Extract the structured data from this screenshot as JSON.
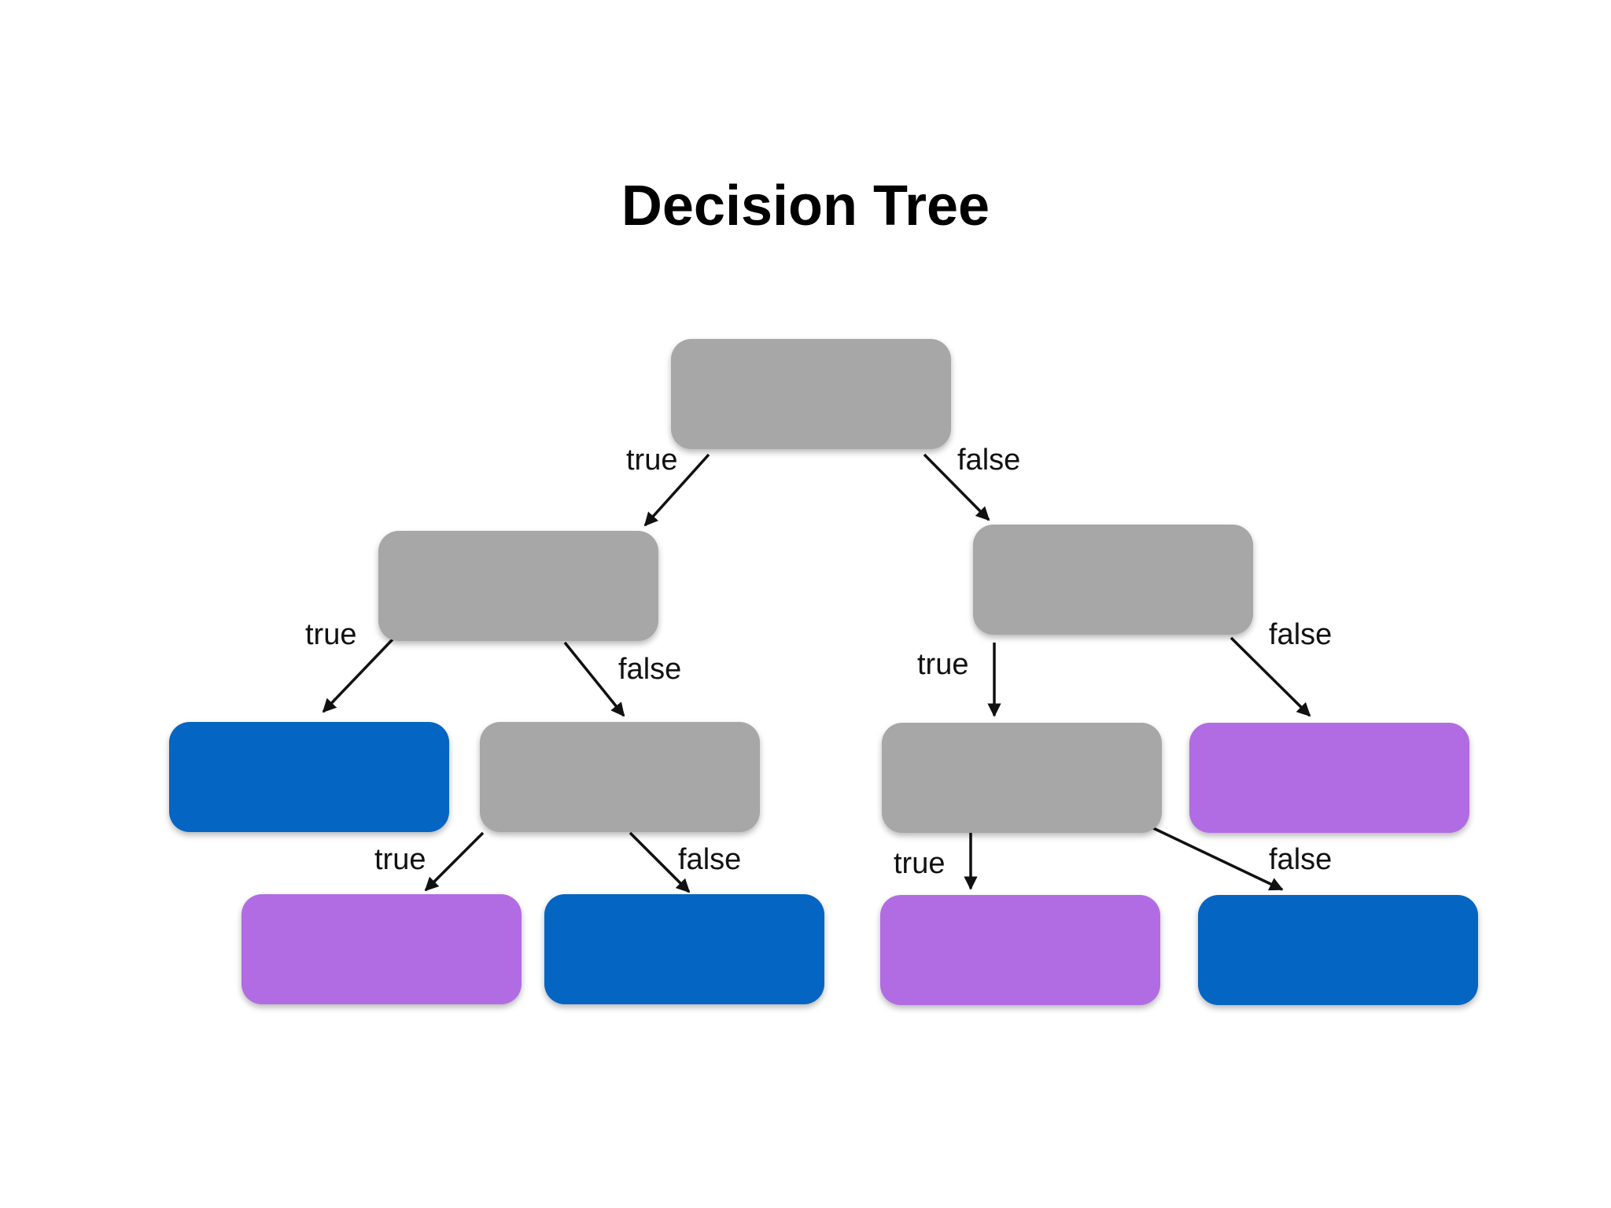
{
  "title": "Decision Tree",
  "colors": {
    "decision_node": "#a6a7a6",
    "leaf_blue": "#0565c2",
    "leaf_purple": "#b16ce3",
    "arrow": "#111111"
  },
  "edges": {
    "root_true": "true",
    "root_false": "false",
    "left_true": "true",
    "left_false": "false",
    "right_true": "true",
    "right_false": "false",
    "leftsub_true": "true",
    "leftsub_false": "false",
    "rightsub_true": "true",
    "rightsub_false": "false"
  }
}
